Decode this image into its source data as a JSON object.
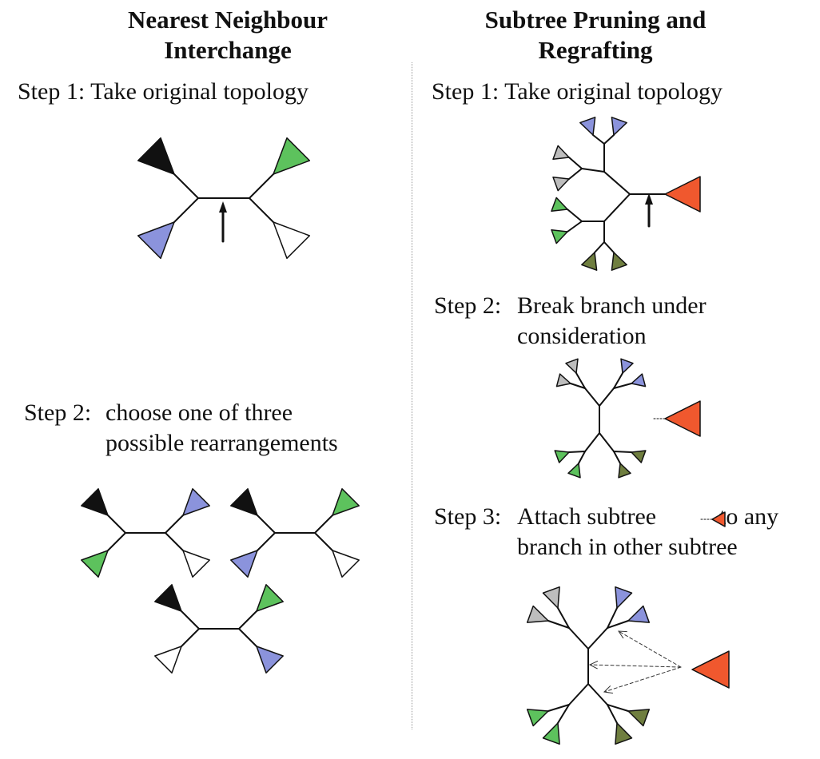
{
  "colors": {
    "black": "#111111",
    "blue": "#8b93dc",
    "green": "#5dc25d",
    "white": "#ffffff",
    "grey": "#bdbdbd",
    "olive": "#6f7e3f",
    "orange": "#f0582e",
    "line": "#111111"
  },
  "left": {
    "title": "Nearest Neighbour Interchange",
    "title_line1": "Nearest Neighbour",
    "title_line2": "Interchange",
    "step1": {
      "label": "Step 1:",
      "text": "Take original topology"
    },
    "step2": {
      "label": "Step 2:",
      "text_line1": "choose one of three",
      "text_line2": "possible rearrangements"
    }
  },
  "right": {
    "title": "Subtree Pruning and Regrafting",
    "title_line1": "Subtree Pruning and",
    "title_line2": "Regrafting",
    "step1": {
      "label": "Step 1:",
      "text": "Take original topology"
    },
    "step2": {
      "label": "Step 2:",
      "text_line1": "Break branch under",
      "text_line2": "consideration"
    },
    "step3": {
      "label": "Step 3:",
      "text_line1_a": "Attach subtree",
      "text_line1_b": "to any",
      "text_line2": "branch in other subtree"
    }
  }
}
